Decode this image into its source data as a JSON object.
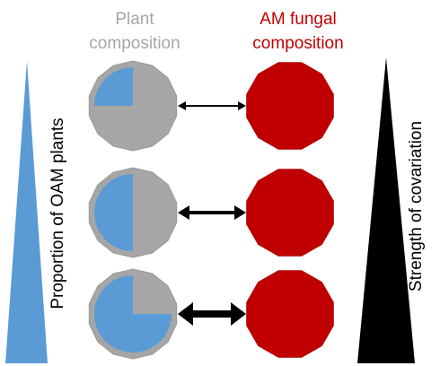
{
  "headers": {
    "plant": [
      "Plant",
      "composition"
    ],
    "fungal": [
      "AM fungal",
      "composition"
    ]
  },
  "left_axis_label": "Proportion of OAM plants",
  "right_axis_label": "Strength of covariation",
  "rows": [
    {
      "oam_fraction": 0.25,
      "arrow_strength": "thin"
    },
    {
      "oam_fraction": 0.5,
      "arrow_strength": "medium"
    },
    {
      "oam_fraction": 0.75,
      "arrow_strength": "thick"
    }
  ],
  "colors": {
    "plant_fill": "#a6a6a6",
    "plant_stroke": "#9a9a9a",
    "oam_fill": "#5b9bd5",
    "fungal_fill": "#c00000",
    "fungal_stroke": "#b00000",
    "plant_header": "#a6a6a6",
    "fungal_header": "#c00000",
    "left_wedge": "#5b9bd5",
    "right_wedge": "#000000",
    "arrow": "#000000"
  },
  "icons": [
    "double-headed-arrow"
  ]
}
